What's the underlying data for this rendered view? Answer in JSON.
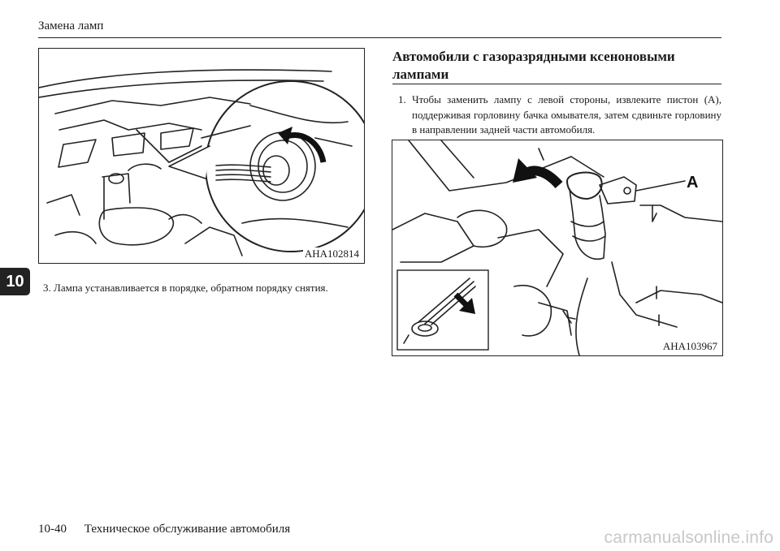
{
  "header": {
    "title": "Замена ламп"
  },
  "chapter_tab": "10",
  "figure_left": {
    "code": "AHA102814"
  },
  "figure_right": {
    "code": "AHA103967",
    "callout": "A"
  },
  "steps": {
    "step3": "3. Лампа устанавливается в порядке, обратном порядку снятия.",
    "step1": "1. Чтобы заменить лампу с левой стороны, извлеките пистон (A), поддерживая горловину бачка омывателя, затем сдвиньте горловину в направлении задней части автомобиля."
  },
  "section": {
    "title": "Автомобили с газоразрядными ксеноновыми лампами"
  },
  "footer": {
    "page_number": "10-40",
    "text": "Техническое обслуживание автомобиля"
  },
  "watermark": "carmanualsonline.info",
  "icons": [
    "rotate-arrow-icon",
    "slide-arrow-icon",
    "pull-arrow-icon"
  ],
  "colors": {
    "ink": "#1a1a1a",
    "tab_bg": "#222222",
    "watermark": "#c8c8c8"
  }
}
